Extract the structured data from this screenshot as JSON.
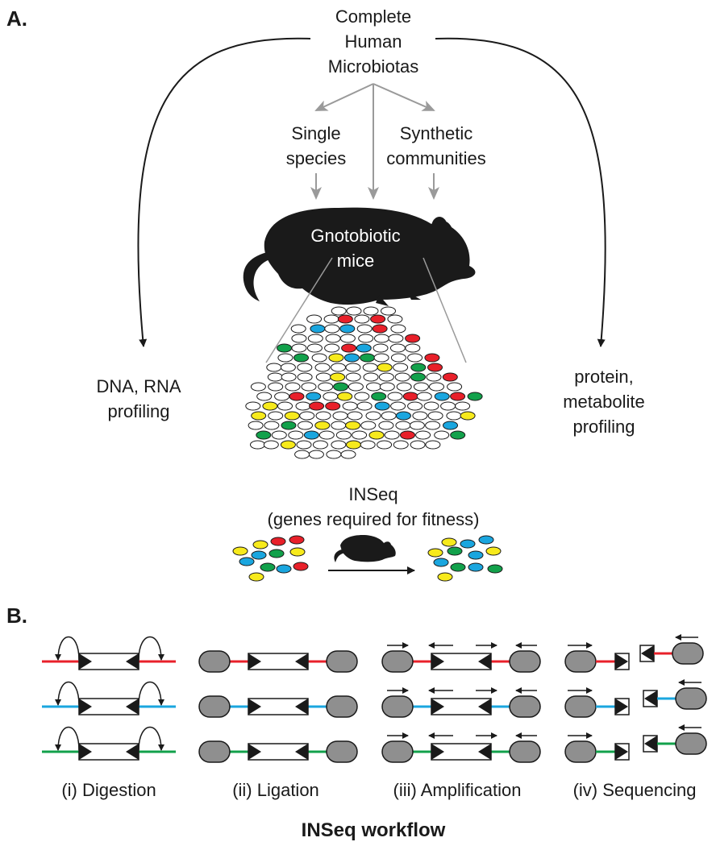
{
  "panel_a": {
    "label": "A.",
    "top_text": [
      "Complete",
      "Human",
      "Microbiotas"
    ],
    "single_species": [
      "Single",
      "species"
    ],
    "synthetic": [
      "Synthetic",
      "communities"
    ],
    "mouse_text": [
      "Gnotobiotic",
      "mice"
    ],
    "left_profile": [
      "DNA, RNA",
      "profiling"
    ],
    "right_profile": [
      "protein,",
      "metabolite",
      "profiling"
    ],
    "inseq_title": [
      "INSeq",
      "(genes required for fitness)"
    ]
  },
  "panel_b": {
    "label": "B.",
    "steps": [
      "(i) Digestion",
      "(ii) Ligation",
      "(iii) Amplification",
      "(iv) Sequencing"
    ],
    "workflow_title": "INSeq workflow"
  },
  "colors": {
    "red": "#e8202a",
    "blue": "#1aa6df",
    "green": "#12a14b",
    "yellow": "#f7ea1c",
    "gray_arrow": "#9a9a9a",
    "adapter_gray": "#8f8f8f",
    "mouse": "#1a1a1a"
  }
}
